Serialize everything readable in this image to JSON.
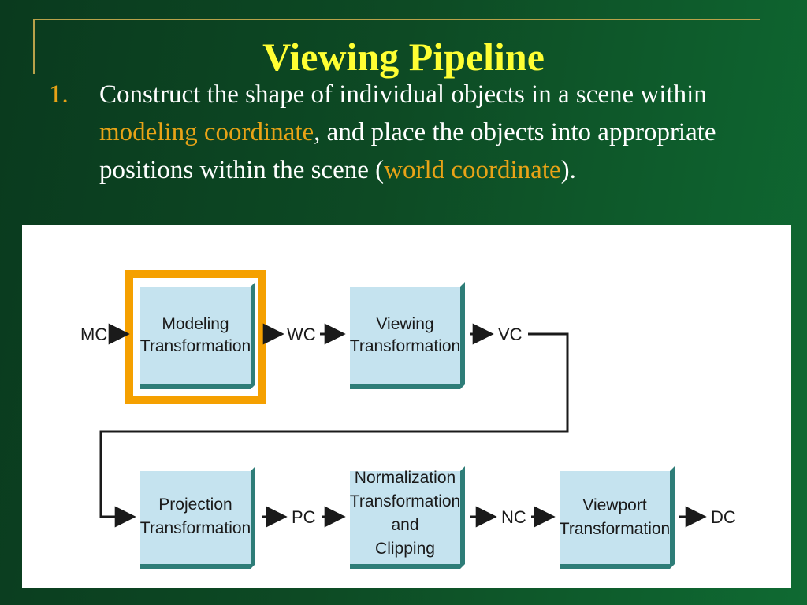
{
  "slide": {
    "title": "Viewing Pipeline",
    "item_number": "1.",
    "text": {
      "part1": "Construct the shape of individual objects in a scene within ",
      "term1": "modeling coordinate",
      "part2": ", and place the objects into appropriate positions within the scene (",
      "term2": "world coordinate",
      "part3": ")."
    },
    "colors": {
      "title": "#ffff33",
      "highlight": "#e8a317",
      "box_fill": "#c5e3ef",
      "box_shadow": "#2e7d78",
      "focus_border": "#f5a000"
    }
  },
  "diagram": {
    "coords": {
      "mc": "MC",
      "wc": "WC",
      "vc": "VC",
      "pc": "PC",
      "nc": "NC",
      "dc": "DC"
    },
    "boxes": {
      "modeling": [
        "Modeling",
        "Transformation"
      ],
      "viewing": [
        "Viewing",
        "Transformation"
      ],
      "projection": [
        "Projection",
        "Transformation"
      ],
      "normalization": [
        "Normalization",
        "Transformation",
        "and",
        "Clipping"
      ],
      "viewport": [
        "Viewport",
        "Transformation"
      ]
    },
    "highlighted_box": "modeling"
  }
}
